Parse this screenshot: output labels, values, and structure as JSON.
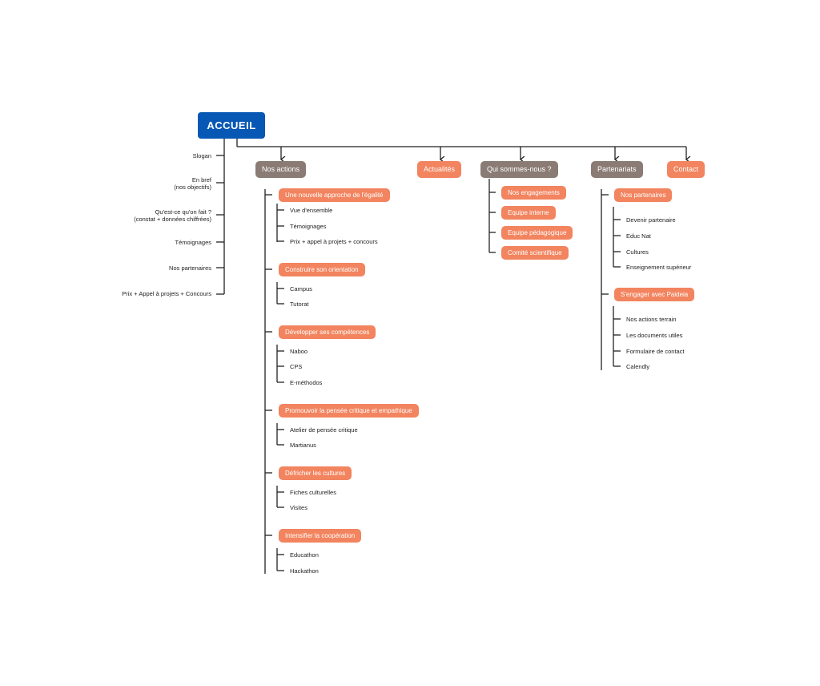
{
  "root": "ACCUEIL",
  "home_items": [
    "Slogan",
    "En bref\n(nos objectifs)",
    "Qu'est-ce qu'on fait ?\n(constat + données chiffrées)",
    "Témoignages",
    "Nos partenaires",
    "Prix + Appel à projets + Concours"
  ],
  "sections": {
    "nos_actions": {
      "label": "Nos actions",
      "groups": [
        {
          "title": "Une nouvelle approche de l'égalité",
          "items": [
            "Vue d'ensemble",
            "Témoignages",
            "Prix + appel à projets + concours"
          ]
        },
        {
          "title": "Construire son orientation",
          "items": [
            "Campus",
            "Tutorat"
          ]
        },
        {
          "title": "Développer ses compétences",
          "items": [
            "Naboo",
            "CPS",
            "E-méthodos"
          ]
        },
        {
          "title": "Promouvoir la pensée critique et empathique",
          "items": [
            "Atelier de pensée critique",
            "Martianus"
          ]
        },
        {
          "title": "Défricher les cultures",
          "items": [
            "Fiches culturelles",
            "Visites"
          ]
        },
        {
          "title": "Intensifier la coopération",
          "items": [
            "Educathon",
            "Hackathon"
          ]
        }
      ]
    },
    "actualites": {
      "label": "Actualités"
    },
    "qui_sommes_nous": {
      "label": "Qui sommes-nous ?",
      "items": [
        "Nos engagements",
        "Equipe interne",
        "Equipe pédagogique",
        "Comité scientifique"
      ]
    },
    "partenariats": {
      "label": "Partenariats",
      "groups": [
        {
          "title": "Nos partenaires",
          "items": [
            "Devenir partenaire",
            "Educ Nat",
            "Cultures",
            "Enseignement supérieur"
          ]
        },
        {
          "title": "S'engager avec Paideia",
          "items": [
            "Nos actions terrain",
            "Les documents utiles",
            "Formulaire de contact",
            "Calendly"
          ]
        }
      ]
    },
    "contact": {
      "label": "Contact"
    }
  }
}
